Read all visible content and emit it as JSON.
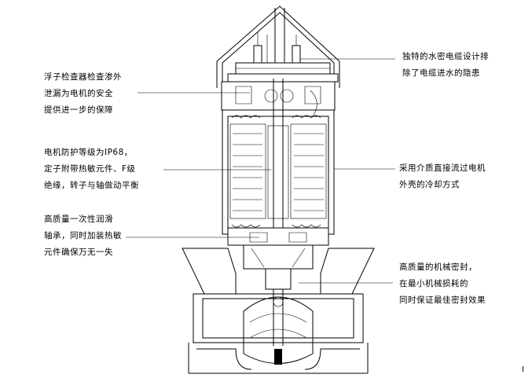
{
  "annotations": {
    "float_detector": [
      "浮子检查器检查渗外",
      "泄漏为电机的安全",
      "提供进一步的保障"
    ],
    "protection_class": [
      "电机防护等级为IP68，",
      "定子附带热敏元件、F级",
      "绝缘，转子与轴做动平衡"
    ],
    "bearing": [
      "高质量一次性润滑",
      "轴承，同时加装热敏",
      "元件确保万无一失"
    ],
    "cable_seal": [
      "独特的水密电缆设计排",
      "除了电缆进水的隐患"
    ],
    "cooling": [
      "采用介质直接流过电机",
      "外壳的冷却方式"
    ],
    "mech_seal": [
      "高质量的机械密封，",
      "在最小机械损耗的",
      "同时保证最佳密封效果"
    ]
  },
  "corner_mark": "I"
}
